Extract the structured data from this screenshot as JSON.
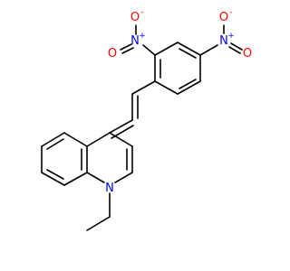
{
  "molecule": {
    "atom_labels": {
      "n1": "N",
      "n1_charge": "+",
      "o1": "O",
      "o1_charge": "-",
      "o2": "O",
      "n2": "N",
      "n2_charge": "+",
      "o3": "O",
      "o3_charge": "-",
      "o4": "O",
      "n3": "N"
    },
    "colors": {
      "bond": "#000000",
      "oxygen": "#ff0000",
      "nitrogen": "#0000ff"
    }
  }
}
